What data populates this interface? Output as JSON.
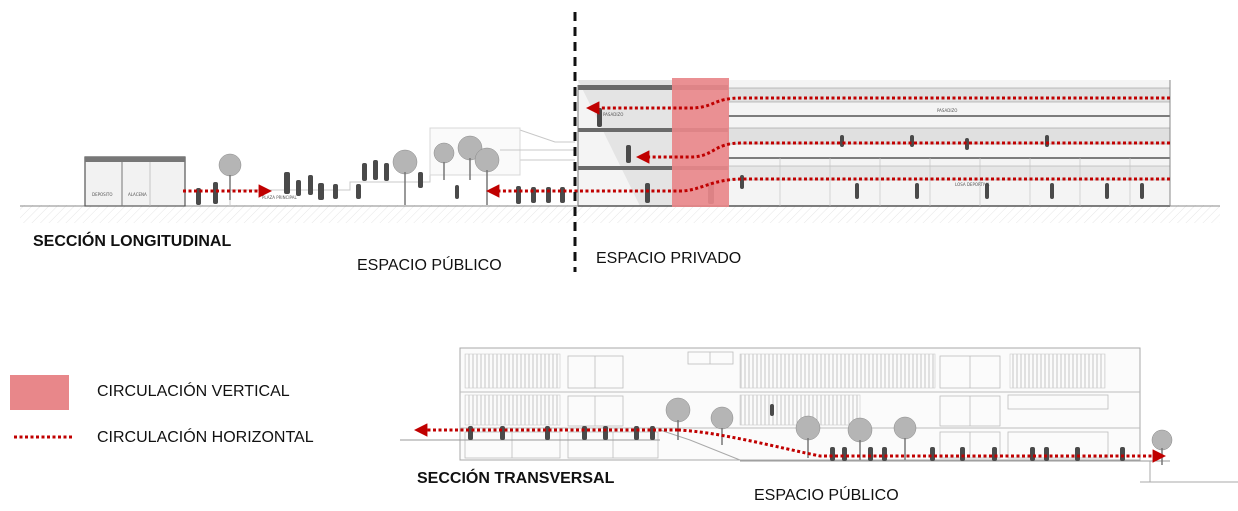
{
  "sections": {
    "longitudinal": {
      "title": "SECCIÓN LONGITUDINAL",
      "public_label": "ESPACIO PÚBLICO",
      "private_label": "ESPACIO PRIVADO",
      "room_labels": {
        "deposito": "DEPOSITO",
        "alacena": "ALACENA",
        "plaza": "PLAZA PRINCIPAL",
        "pasadizo_a": "PASADIZO",
        "pasadizo_b": "PASADIZO",
        "losa": "LOSA DEPORTIVA"
      }
    },
    "transversal": {
      "title": "SECCIÓN TRANSVERSAL",
      "public_label": "ESPACIO PÚBLICO"
    }
  },
  "legend": {
    "vertical": {
      "label": "CIRCULACIÓN VERTICAL",
      "color": "#e8878a"
    },
    "horizontal": {
      "label": "CIRCULACIÓN HORIZONTAL",
      "color": "#c00000"
    }
  },
  "colors": {
    "arrow": "#c00000",
    "vertical_block": "#e8878a",
    "divider": "#111111",
    "silhouette": "#4a4a4a",
    "building_line": "#9a9a9a"
  }
}
